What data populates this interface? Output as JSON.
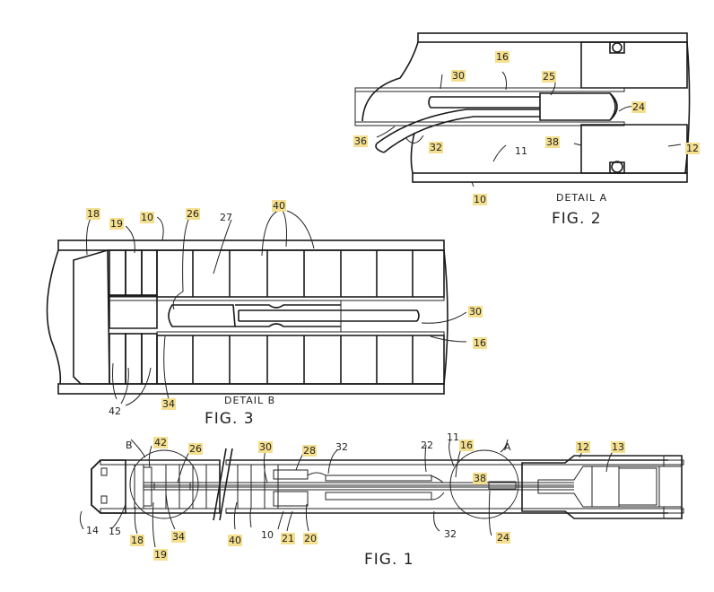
{
  "highlight_color": "#f4df8f",
  "figures": {
    "fig2": {
      "caption": "FIG. 2",
      "detail": "DETAIL A",
      "labels": {
        "l16": "16",
        "l30": "30",
        "l25": "25",
        "l24": "24",
        "l36": "36",
        "l32": "32",
        "l11": "11",
        "l38": "38",
        "l12": "12",
        "l10": "10"
      }
    },
    "fig3": {
      "caption": "FIG. 3",
      "detail": "DETAIL B",
      "labels": {
        "l18": "18",
        "l19": "19",
        "l10": "10",
        "l26": "26",
        "l27": "27",
        "l40": "40",
        "l30": "30",
        "l16": "16",
        "l42": "42",
        "l34": "34"
      }
    },
    "fig1": {
      "caption": "FIG. 1",
      "labels": {
        "lB": "B",
        "l42": "42",
        "l26": "26",
        "l30": "30",
        "l28": "28",
        "l32a": "32",
        "l22": "22",
        "l11": "11",
        "l16": "16",
        "lA": "A",
        "l12": "12",
        "l13": "13",
        "l38": "38",
        "l14": "14",
        "l15": "15",
        "l18": "18",
        "l19": "19",
        "l34": "34",
        "l40": "40",
        "l10": "10",
        "l21": "21",
        "l20": "20",
        "l32b": "32",
        "l24": "24"
      }
    }
  }
}
